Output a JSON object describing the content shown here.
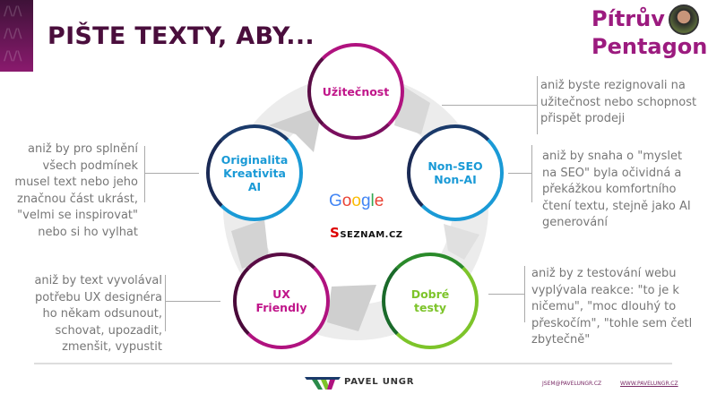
{
  "header": {
    "title": "PIŠTE TEXTY, ABY...",
    "brand_line1": "Pítrův",
    "brand_line2": "Pentagon"
  },
  "center": {
    "google": "Google",
    "seznam": "SEZNAM.CZ"
  },
  "circles": [
    {
      "label1": "Užitečnost",
      "color": "#b0127f"
    },
    {
      "label1": "Originalita",
      "label2": "Kreativita",
      "label3": "AI",
      "color": "#1a9ad6"
    },
    {
      "label1": "Non-SEO",
      "label2": "Non-AI",
      "color": "#1a9ad6"
    },
    {
      "label1": "UX",
      "label2": "Friendly",
      "color": "#b0127f"
    },
    {
      "label1": "Dobré",
      "label2": "testy",
      "color": "#7dc42a"
    }
  ],
  "notes": {
    "uzitecnost": [
      "aniž byste rezignovali na",
      "užitečnost nebo schopnost",
      "přispět prodeji"
    ],
    "originalita": [
      "aniž by pro splnění",
      "všech podmínek",
      "musel text nebo jeho",
      "značnou část ukrást,",
      "\"velmi se inspirovat\"",
      "nebo si ho vylhat"
    ],
    "nonseo": [
      "aniž by snaha o \"myslet",
      "na SEO\" byla očividná a",
      "překážkou komfortního",
      "čtení textu, stejně jako AI",
      "generování"
    ],
    "ux": [
      "aniž by text vyvolával",
      "potřebu UX designéra",
      "ho někam odsunout,",
      "schovat, upozadit,",
      "zmenšit, vypustit"
    ],
    "testy": [
      "aniž by z testování webu",
      "vyplývala reakce: \"to je k",
      "ničemu\", \"moc dlouhý to",
      "přeskočím\", \"tohle sem četl",
      "zbytečně\""
    ]
  },
  "footer": {
    "name": "PAVEL UNGR",
    "email": "JSEM@PAVELUNGR.CZ",
    "web": "WWW.PAVELUNGR.CZ"
  }
}
